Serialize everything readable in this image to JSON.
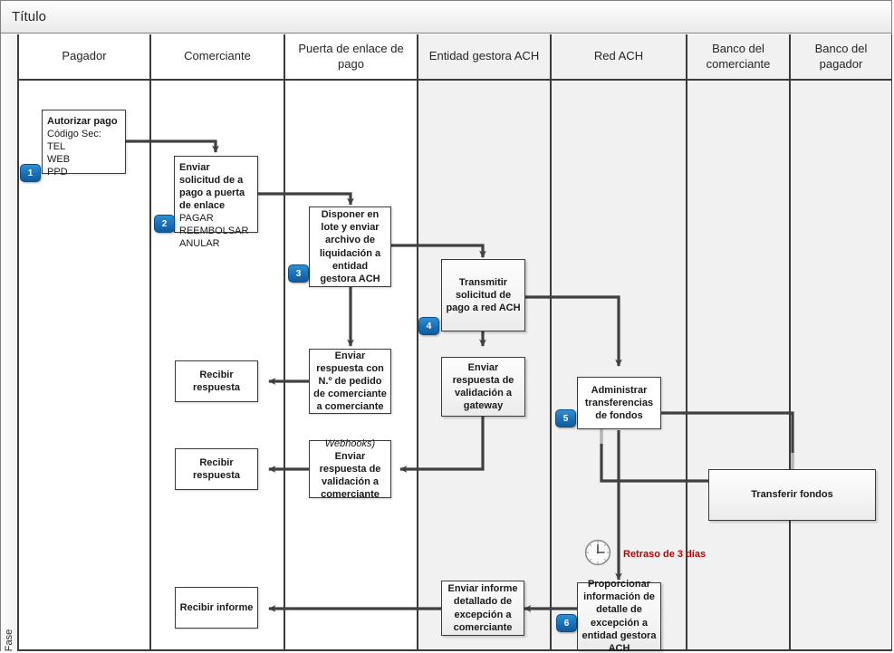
{
  "window": {
    "title": "Título"
  },
  "phase": {
    "label": "Fase"
  },
  "lanes": [
    {
      "name": "Pagador",
      "shade": "white"
    },
    {
      "name": "Comerciante",
      "shade": "white"
    },
    {
      "name": "Puerta de enlace de pago",
      "shade": "white"
    },
    {
      "name": "Entidad gestora ACH",
      "shade": "grey"
    },
    {
      "name": "Red ACH",
      "shade": "grey"
    },
    {
      "name": "Banco del comerciante",
      "shade": "grey"
    },
    {
      "name": "Banco del pagador",
      "shade": "grey"
    }
  ],
  "nodes": {
    "authorize": {
      "title": "Autorizar pago",
      "line2": "Código Sec:",
      "line3": "TEL",
      "line4": "WEB",
      "line5": "PPD",
      "badge": "1"
    },
    "send_request": {
      "title": "Enviar solicitud de a pago a puerta de enlace",
      "line2": "PAGAR",
      "line3": "REEMBOLSAR",
      "line4": "ANULAR",
      "badge": "2"
    },
    "batch": {
      "title": "Disponer en lote y enviar archivo de liquidación a entidad gestora ACH",
      "badge": "3"
    },
    "transmit": {
      "title": "Transmitir solicitud de pago a red ACH",
      "badge": "4"
    },
    "response_order": {
      "title": "Enviar respuesta con N.º de pedido de comerciante a comerciante"
    },
    "receive_resp_1": {
      "title": "Recibir respuesta"
    },
    "validation_gateway": {
      "title": "Enviar respuesta de validación a gateway"
    },
    "webhook_resp": {
      "italic": "Webhooks)",
      "title": "Enviar respuesta de validación a comerciante"
    },
    "receive_resp_2": {
      "title": "Recibir respuesta"
    },
    "manage_transfers": {
      "title": "Administrar transferencias de fondos",
      "badge": "5"
    },
    "transfer_funds": {
      "title": "Transferir fondos"
    },
    "exception_detail": {
      "title": "Proporcionar información de detalle de excepción a entidad gestora ACH",
      "badge": "6"
    },
    "exception_report": {
      "title": "Enviar informe detallado de excepción a comerciante"
    },
    "receive_report": {
      "title": "Recibir informe"
    }
  },
  "annotations": {
    "delay": "Retraso de 3 días",
    "clock_icon": "clock-icon"
  },
  "colors": {
    "badge_blue": "#1a6fb5",
    "delay_red": "#c00000",
    "lane_grey": "#f1f1f1",
    "border_dark": "#3b3b3b",
    "connector_dark": "#404040",
    "connector_grey": "#b5b5b5"
  }
}
